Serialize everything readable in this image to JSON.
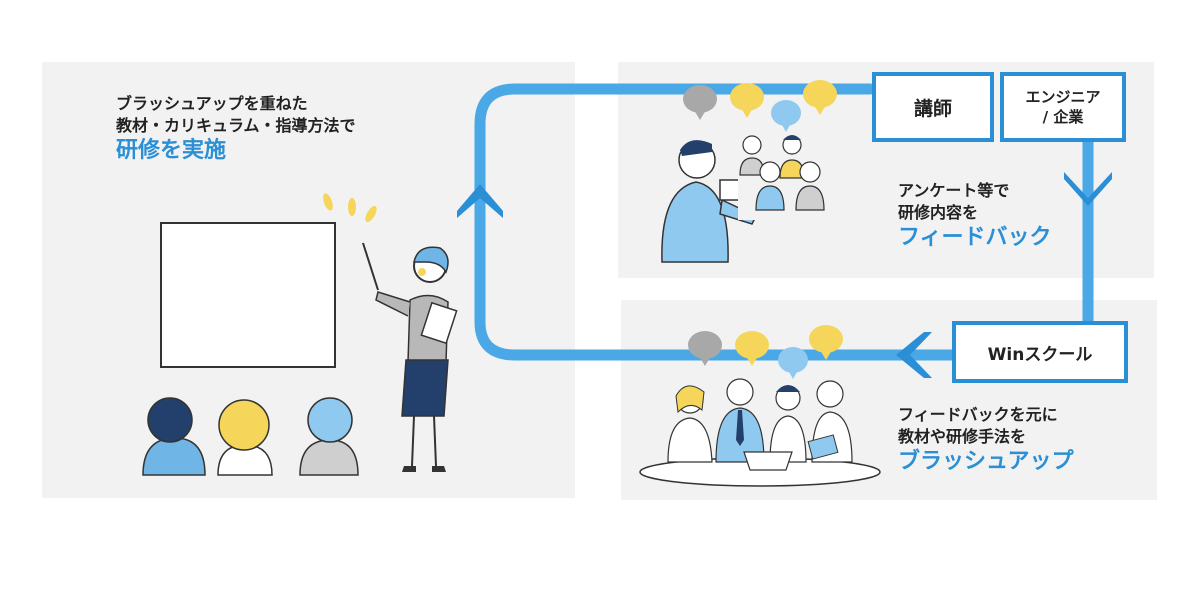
{
  "colors": {
    "accent": "#2b8fd6",
    "flow": "#4aa8e6",
    "panel": "#f2f2f2",
    "bubble_gray": "#a8a8a8",
    "bubble_yellow": "#f5d65b",
    "bubble_blue": "#8fc9ef"
  },
  "left": {
    "caption_line1": "ブラッシュアップを重ねた",
    "caption_line2": "教材・カリキュラム・指導方法で",
    "caption_em": "研修を実施"
  },
  "top_right": {
    "caption_line1": "アンケート等で",
    "caption_line2": "研修内容を",
    "caption_em": "フィードバック"
  },
  "bottom_right": {
    "caption_line1": "フィードバックを元に",
    "caption_line2": "教材や研修手法を",
    "caption_em": "ブラッシュアップ"
  },
  "boxes": {
    "instructor": "講師",
    "engineer_line1": "エンジニア",
    "engineer_line2": "/ 企業",
    "school": "Winスクール"
  }
}
